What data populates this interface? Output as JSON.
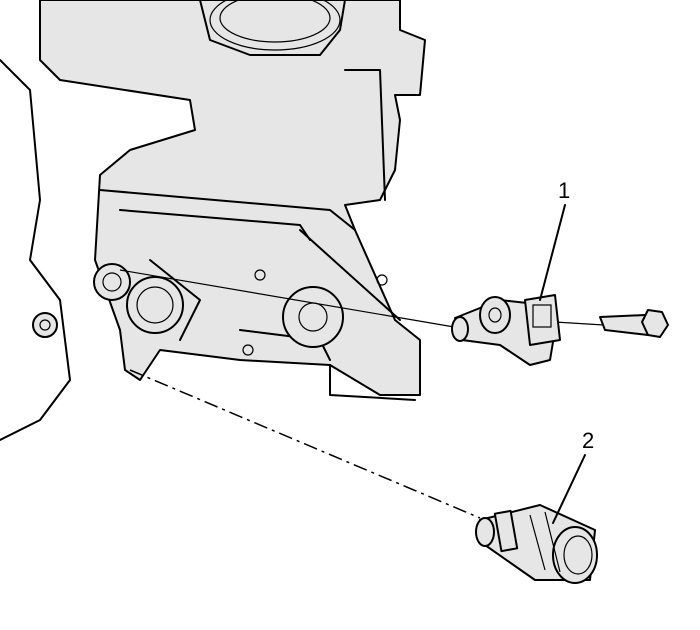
{
  "figure": {
    "callouts": [
      {
        "label": "1",
        "part": "sensor-with-bolt"
      },
      {
        "label": "2",
        "part": "sensor"
      }
    ],
    "line_color": "#000000",
    "fill_color": "#e6e6e6"
  }
}
